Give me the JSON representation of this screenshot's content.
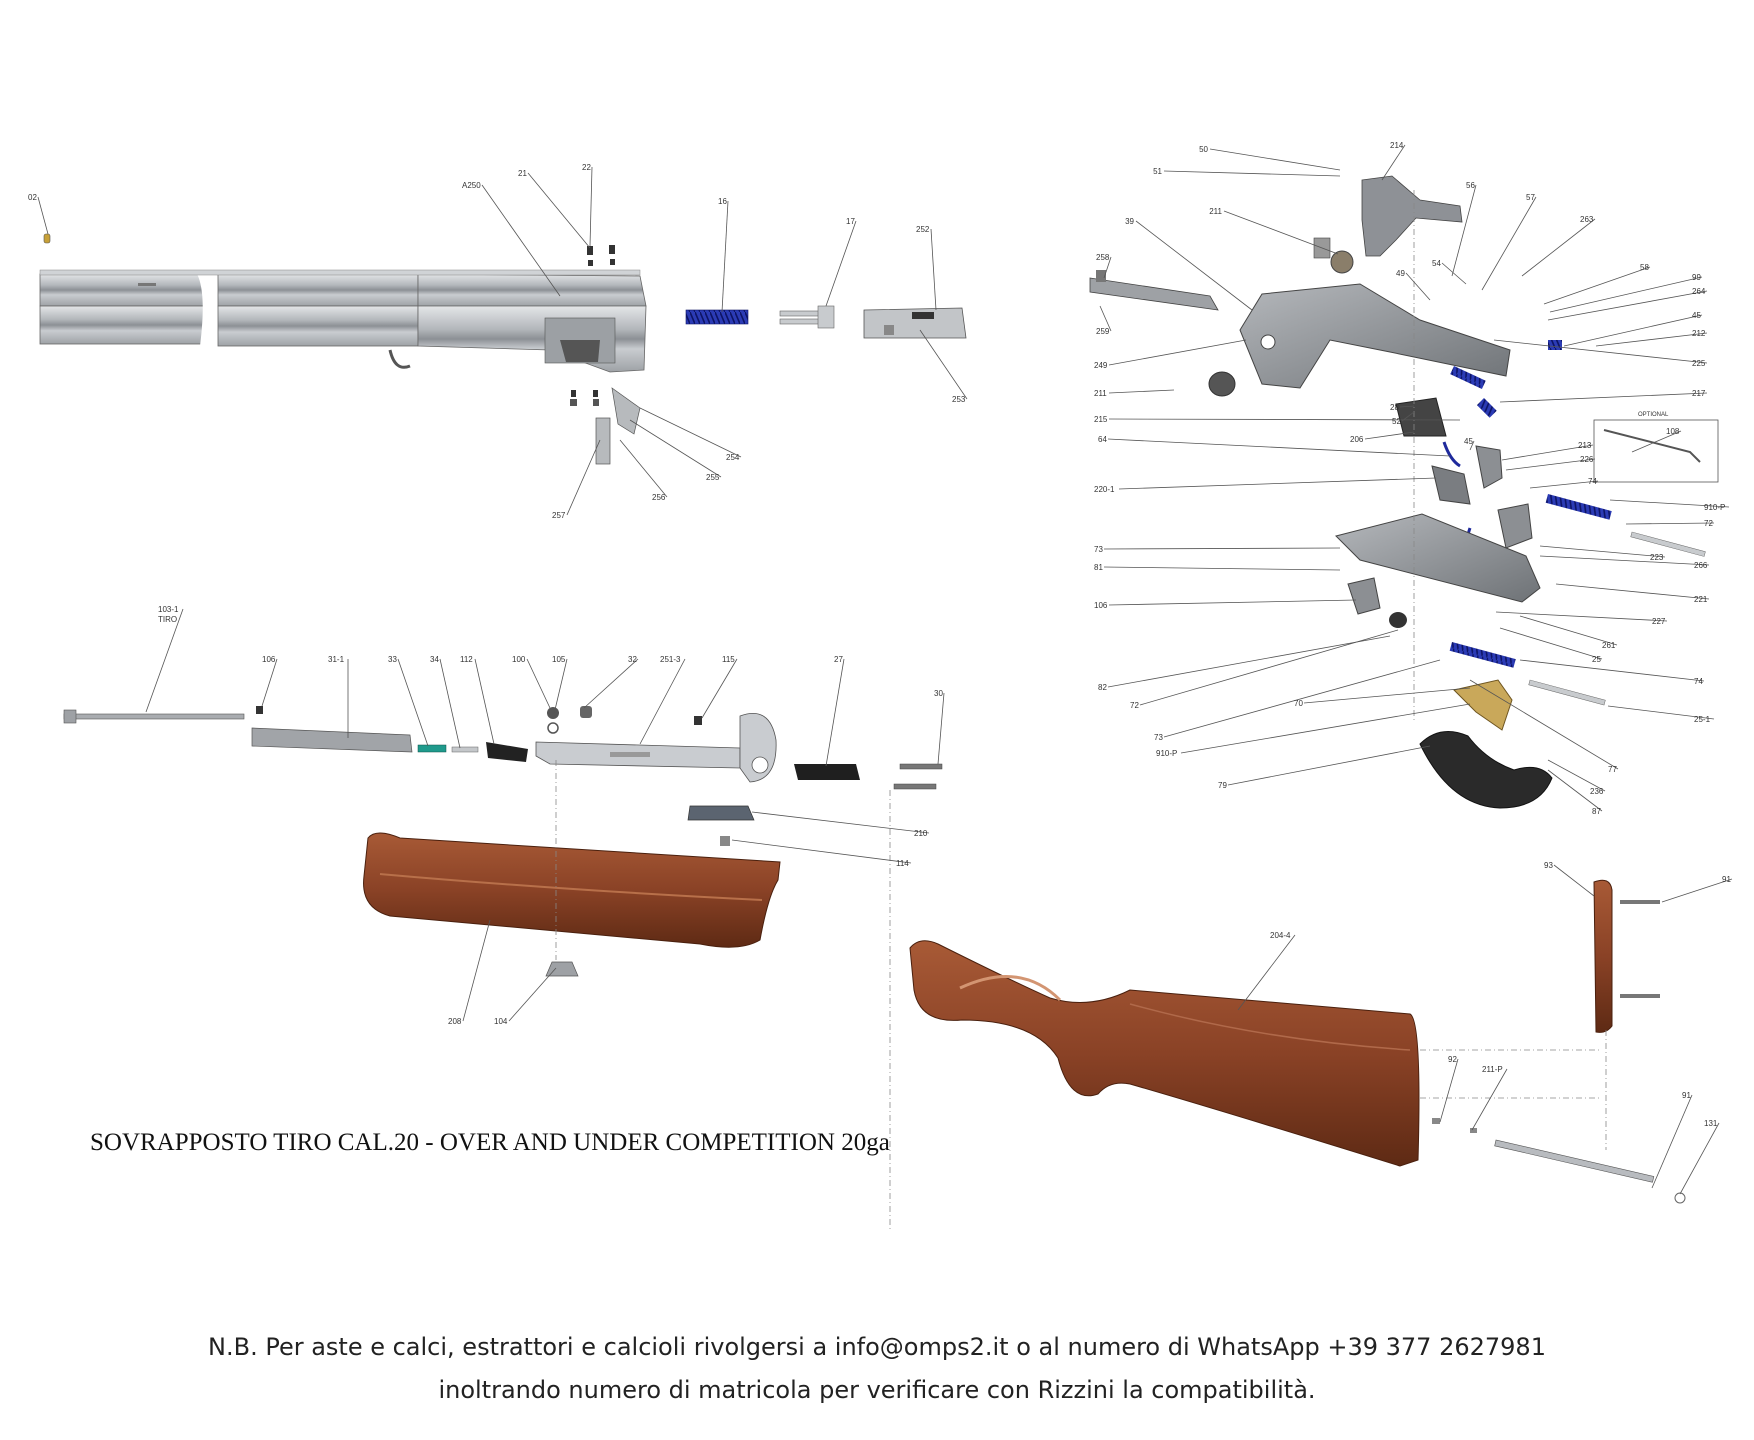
{
  "title": "SOVRAPPOSTO TIRO CAL.20 - OVER AND UNDER COMPETITION 20ga",
  "footer": {
    "line1": "N.B. Per aste e calci, estrattori e calcioli rivolgersi a info@omps2.it o al numero di WhatsApp +39 377 2627981",
    "line2": "inoltrando numero di matricola per verificare con Rizzini la compatibilità."
  },
  "optional_label": "OPTIONAL",
  "colors": {
    "steel": "#b9bcc0",
    "steel_dark": "#7d8186",
    "receiver": "#8f9296",
    "spring": "#1f2a9c",
    "wood": "#8a4226",
    "wood_dark": "#5e2a14",
    "brass": "#c9a85a",
    "black_part": "#2a2a2a",
    "plate": "#5b6470"
  },
  "labels": {
    "barrel": [
      "02",
      "A250",
      "21",
      "22",
      "16",
      "17",
      "252",
      "253",
      "254",
      "255",
      "256",
      "257"
    ],
    "forend": [
      "103-1",
      "TIRO",
      "106",
      "31-1",
      "33",
      "34",
      "112",
      "100",
      "105",
      "32",
      "251-3",
      "115",
      "27",
      "30",
      "210",
      "114",
      "208",
      "104"
    ],
    "action": [
      "50",
      "214",
      "51",
      "211",
      "56",
      "57",
      "263",
      "39",
      "49",
      "54",
      "58",
      "99",
      "264",
      "45",
      "212",
      "225",
      "258",
      "259",
      "249",
      "211",
      "217",
      "215",
      "28",
      "52",
      "64",
      "206",
      "45",
      "213",
      "226",
      "108",
      "220-1",
      "74",
      "910-P",
      "72",
      "73",
      "223",
      "266",
      "81",
      "221",
      "106",
      "227",
      "261",
      "25",
      "82",
      "74",
      "72",
      "70",
      "25-1",
      "73",
      "910-P",
      "77",
      "79",
      "236",
      "87"
    ],
    "stock": [
      "93",
      "91",
      "204-4",
      "92",
      "211-P",
      "91",
      "131"
    ]
  }
}
